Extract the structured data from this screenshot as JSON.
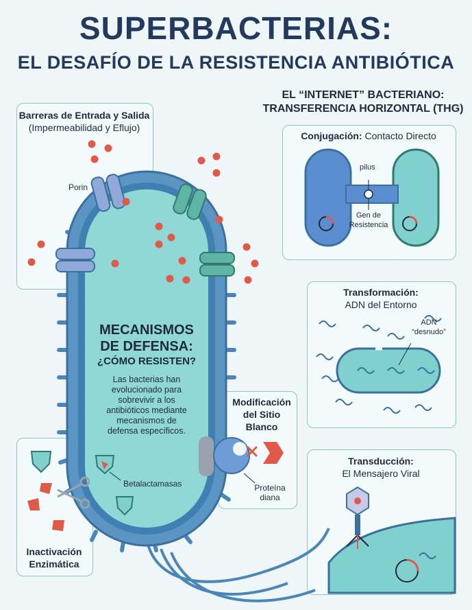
{
  "title": "SUPERBACTERIAS:",
  "subtitle": "EL DESAFÍO DE LA RESISTENCIA ANTIBIÓTICA",
  "barriers": {
    "title": "Barreras de Entrada y Salida",
    "subtitle": "(Impermeabilidad y Eflujo)",
    "porin_label": "Porin"
  },
  "thg": {
    "line1": "EL “INTERNET” BACTERIANO:",
    "line2": "TRANSFERENCIA HORIZONTAL (THG)"
  },
  "conjugation": {
    "title": "Conjugación:",
    "desc": "Contacto Directo",
    "pilus_label": "pilus",
    "gene_label_1": "Gen de",
    "gene_label_2": "Resistencia"
  },
  "transformation": {
    "title": "Transformación:",
    "desc": "ADN del Entorno",
    "dna_label_1": "ADN",
    "dna_label_2": "“desnudo”"
  },
  "transduction": {
    "title": "Transducción:",
    "desc": "El Mensajero Viral"
  },
  "mechanisms": {
    "h1": "MECANISMOS",
    "h2": "DE DEFENSA:",
    "h3": "¿CÓMO RESISTEN?",
    "body": [
      "Las bacterias han",
      "evolucionado para",
      "sobrevivir a los",
      "antibióticos mediante",
      "mecanismos de",
      "defensa específicos."
    ]
  },
  "target_mod": {
    "l1": "Modificación",
    "l2": "del Sitio",
    "l3": "Blanco",
    "protein_1": "Proteína",
    "protein_2": "diana"
  },
  "enzymatic": {
    "l1": "Inactivación",
    "l2": "Enzimática",
    "enzyme_label": "Betalactamasas"
  },
  "colors": {
    "navy": "#233a5e",
    "membrane_blue": "#4a86b8",
    "cytoplasm_teal": "#7fd0cf",
    "antibiotic_red": "#e05a4a",
    "box_border": "#8fc3c8"
  }
}
